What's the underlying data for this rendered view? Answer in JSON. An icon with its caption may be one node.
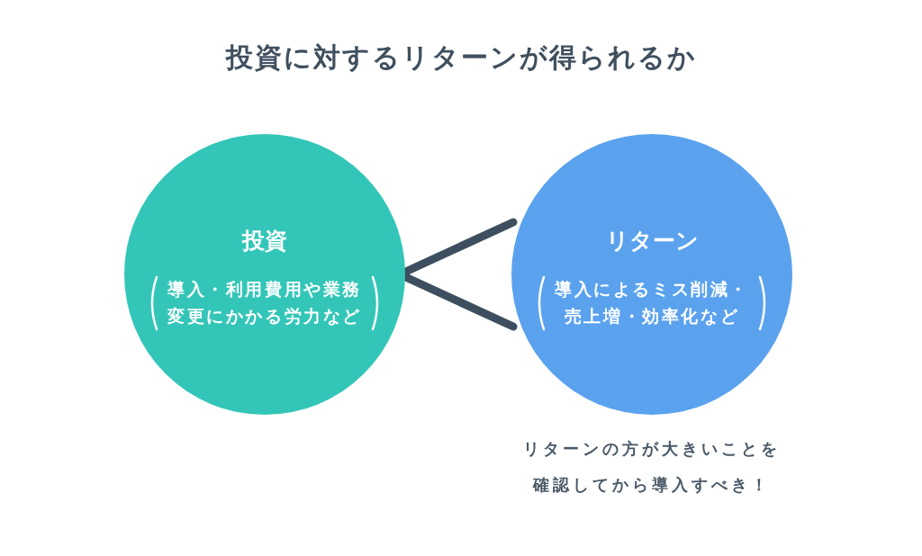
{
  "diagram": {
    "title": "投資に対するリターンが得られるか",
    "nodes": [
      {
        "text": [
          "投資",
          "導入・利用費用や業務変更にかかる労力など"
        ]
      },
      {
        "text": [
          "リターン",
          "導入によるミス削減・売上増・効率化など"
        ],
        "beside": [
          "リターンの方が大きいことを確認してから導入すべき！"
        ]
      }
    ],
    "edges": [
      {
        "from": 1,
        "to": 0,
        "arrow": "none"
      }
    ]
  }
}
